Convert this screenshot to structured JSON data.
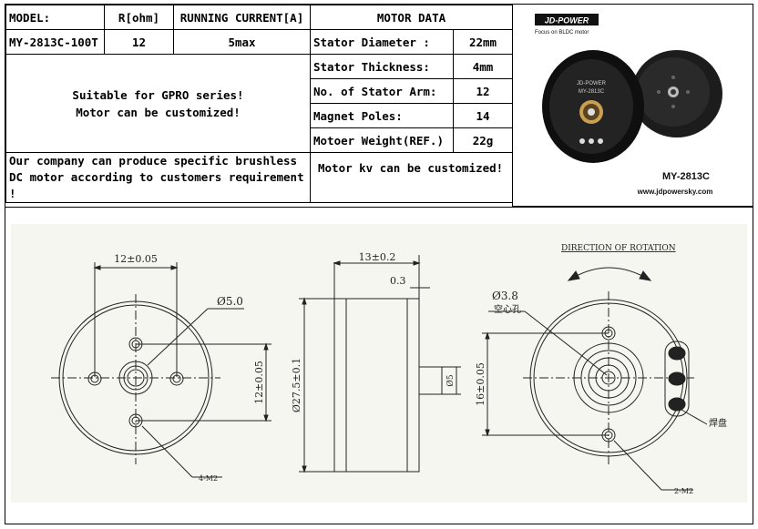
{
  "table": {
    "h_model": "MODEL:",
    "h_resistance": "R[ohm]",
    "h_current": "RUNNING CURRENT[A]",
    "h_motor_data": "MOTOR DATA",
    "model": "MY-2813C-100T",
    "resistance": "12",
    "current": "5max",
    "rows": [
      {
        "label": "Stator Diameter :",
        "value": "22mm"
      },
      {
        "label": "Stator Thickness:",
        "value": "4mm"
      },
      {
        "label": "No. of Stator Arm:",
        "value": "12"
      },
      {
        "label": "Magnet Poles:",
        "value": "14"
      },
      {
        "label": "Motoer Weight(REF.)",
        "value": "22g"
      }
    ],
    "message_line1": "Suitable for GPRO series!",
    "message_line2": "Motor can be customized!",
    "company_note": "Our company can produce specific brushless DC motor according to customers requirement !",
    "kv_note": "Motor kv can be customized!"
  },
  "photo": {
    "brand": "JD-POWER",
    "tagline": "Focus on BLDC motor",
    "motor_label": "MY-2813C",
    "website": "www.jdpowersky.com"
  },
  "drawing": {
    "front": {
      "pitch": "12±0.05",
      "center_hole": "Ø5.0",
      "pitch_v": "12±0.05",
      "screws": "4-M2"
    },
    "side": {
      "height": "13±0.2",
      "gap": "0.3",
      "diameter": "Ø27.5±0.1",
      "shaft": "Ø5"
    },
    "back": {
      "title": "DIRECTION OF ROTATION",
      "hole": "Ø3.8",
      "hole_cn": "空心孔",
      "pitch_v": "16±0.05",
      "pads": "焊盘",
      "screws": "2-M2"
    }
  },
  "colors": {
    "drawing_bg": "#f6f6f0",
    "line": "#222222"
  }
}
